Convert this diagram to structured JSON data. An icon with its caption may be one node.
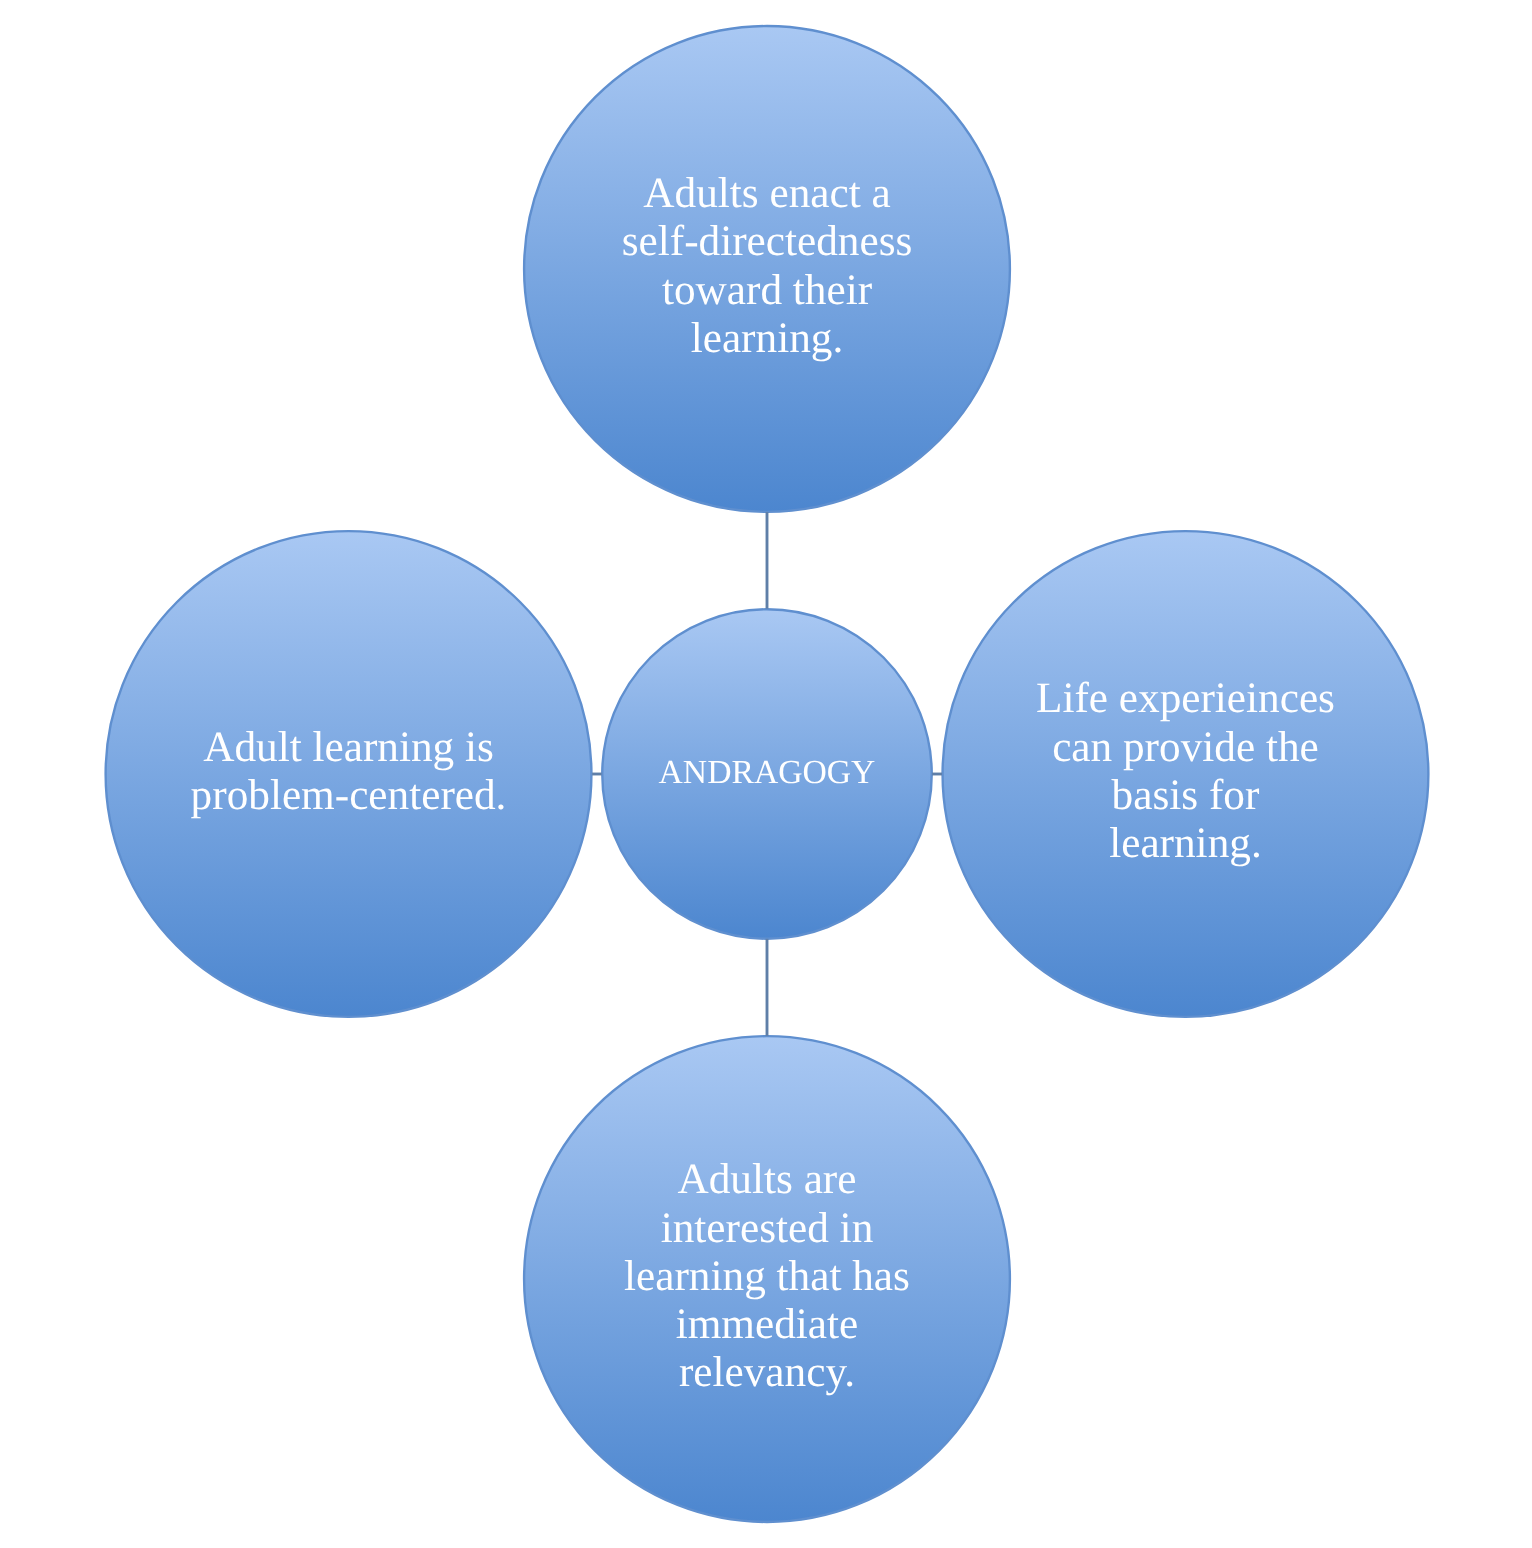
{
  "diagram": {
    "nodes": [
      {
        "text": [
          "ANDRAGOGY"
        ]
      },
      {
        "text": [
          "Adults enact a self-directedness toward their learning."
        ]
      },
      {
        "text": [
          "Adult learning is problem-centered."
        ]
      },
      {
        "text": [
          "Life experieinces can provide the basis for learning."
        ]
      },
      {
        "text": [
          "Adults are interested in learning that has immediate relevancy."
        ]
      }
    ],
    "edges": [
      {
        "from": 0,
        "to": 1,
        "arrow": "none"
      },
      {
        "from": 0,
        "to": 2,
        "arrow": "none"
      },
      {
        "from": 0,
        "to": 3,
        "arrow": "none"
      },
      {
        "from": 0,
        "to": 4,
        "arrow": "none"
      }
    ]
  }
}
